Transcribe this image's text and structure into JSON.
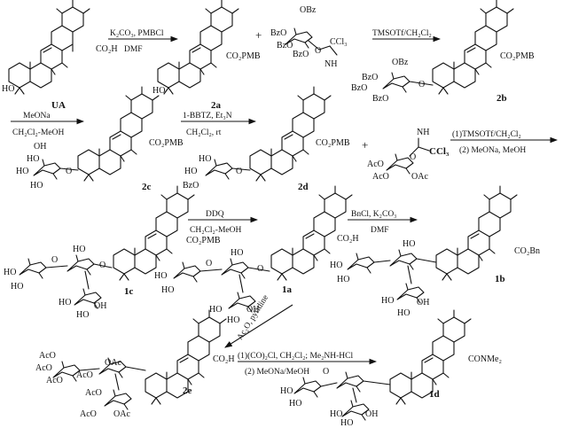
{
  "compounds": {
    "UA": "UA",
    "c2a": "2a",
    "c2b": "2b",
    "c2c": "2c",
    "c2d": "2d",
    "c1c": "1c",
    "c1a": "1a",
    "c1b": "1b",
    "c2e": "2e",
    "c1d": "1d"
  },
  "groups": {
    "ho": "HO",
    "co2h": "CO₂H",
    "co2pmb": "CO₂PMB",
    "co2bn": "CO₂Bn",
    "conme2": "CONMe₂",
    "bzo": "BzO",
    "obz": "OBz",
    "bz": "Bz",
    "ho_short": "HO",
    "oh": "OH",
    "aco": "AcO",
    "oac": "OAc",
    "ac": "Ac",
    "o": "O",
    "nh": "NH",
    "ccl3": "CCl₃",
    "cl3": "Cl₃",
    "plus": "+"
  },
  "reagents": {
    "r1_top": "K₂CO₃, PMBCl",
    "r1_bottom": "DMF",
    "r2_top": "TMSOTf/CH₂Cl₂",
    "r3_top": "MeONa",
    "r3_bottom": "CH₂Cl₂-MeOH",
    "r4_top": "1-BBTZ, Et₃N",
    "r4_bottom": "CH₂Cl₂, rt",
    "r5_top": "(1)TMSOTf/CH₂Cl₂",
    "r5_bottom": "(2) MeONa, MeOH",
    "r6_top": "DDQ",
    "r6_bottom": "CH₂Cl₂-MeOH",
    "r7_top": "BnCl, K₂CO₃",
    "r7_bottom": "DMF",
    "r8_diag": "Ac₂O, pyridine",
    "r9_top": "(1)(CO)₂Cl, CH₂Cl₂; Me₂NH-HCl",
    "r9_bottom": "(2) MeONa/MeOH"
  }
}
